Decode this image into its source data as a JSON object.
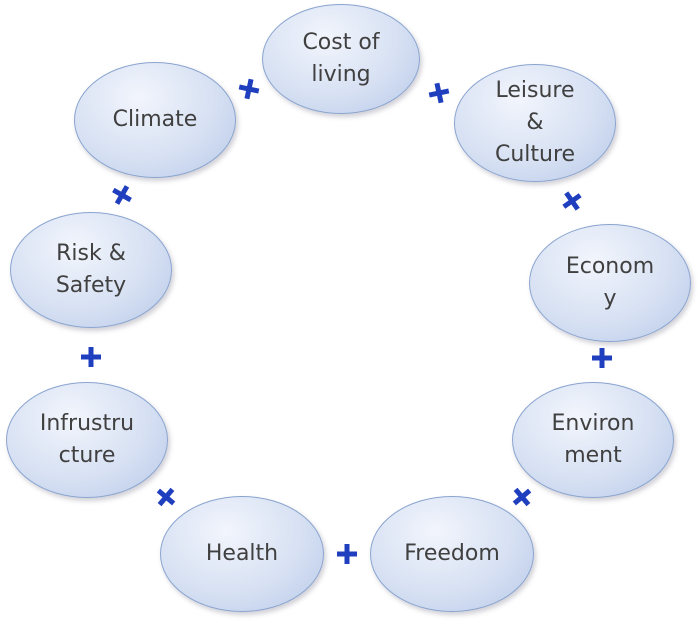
{
  "nodes": [
    {
      "id": "cost-of-living",
      "label": "Cost of\nliving"
    },
    {
      "id": "leisure-culture",
      "label": "Leisure\n&\nCulture"
    },
    {
      "id": "economy",
      "label": "Econom\ny"
    },
    {
      "id": "environment",
      "label": "Environ\nment"
    },
    {
      "id": "freedom",
      "label": "Freedom"
    },
    {
      "id": "health",
      "label": "Health"
    },
    {
      "id": "infrastructure",
      "label": "Infrustru\ncture"
    },
    {
      "id": "risk-safety",
      "label": "Risk &\nSafety"
    },
    {
      "id": "climate",
      "label": "Climate"
    }
  ],
  "connectors": {
    "symbol": "+",
    "color": "#1f3fbf"
  },
  "colors": {
    "node_border": "#8aa4cf",
    "node_fill": "#d7e1f3",
    "text": "#404040"
  }
}
